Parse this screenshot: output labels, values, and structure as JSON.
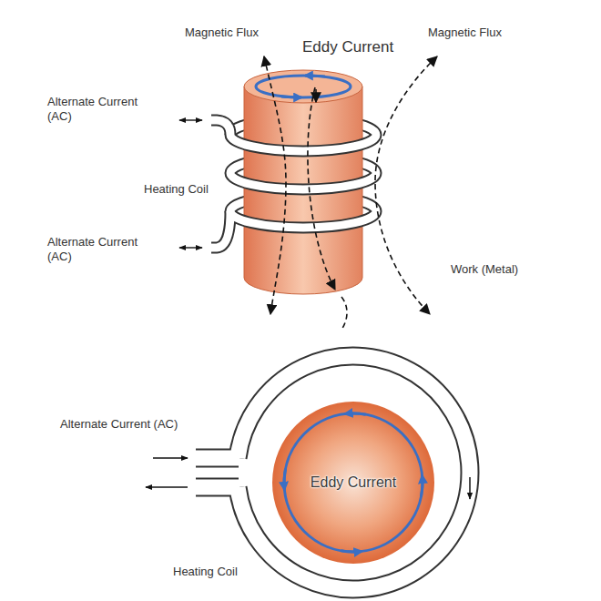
{
  "diagram": {
    "nodes": [
      {
        "text": [
          "Eddy Current"
        ]
      }
    ],
    "labels": [
      "Magnetic Flux",
      "Eddy Current",
      "Magnetic Flux",
      "Alternate Current (AC)",
      "Heating Coil",
      "Alternate Current (AC)",
      "Work (Metal)",
      "Alternate Current (AC)",
      "Heating Coil"
    ]
  }
}
